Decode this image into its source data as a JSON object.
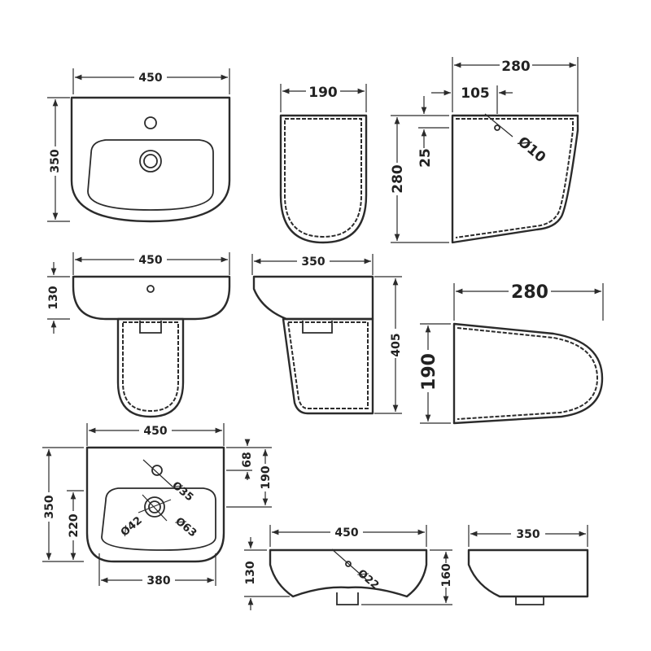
{
  "colors": {
    "line": "#2b2b2b",
    "text": "#222222",
    "background": "#ffffff"
  },
  "views": {
    "top_basin": {
      "width": "450",
      "depth": "350"
    },
    "pedestal_top": {
      "width": "190"
    },
    "pedestal_side": {
      "depth": "280",
      "offset": "105",
      "height": "280",
      "drop": "25",
      "hole": "Ø10"
    },
    "front_assembly": {
      "width": "450",
      "basin_height": "130"
    },
    "side_assembly": {
      "depth": "350",
      "height": "405"
    },
    "pedestal_plan": {
      "depth": "280",
      "width": "190"
    },
    "basin_plan_detail": {
      "width": "450",
      "depth": "350",
      "tap_offset": "68",
      "waste_offset": "190",
      "bowl_depth": "220",
      "bowl_width": "380",
      "tap_hole": "Ø35",
      "waste_outer": "Ø63",
      "waste_inner": "Ø42"
    },
    "basin_front": {
      "width": "450",
      "height": "130",
      "overall": "160",
      "overflow": "Ø22"
    },
    "basin_side": {
      "depth": "350"
    }
  }
}
